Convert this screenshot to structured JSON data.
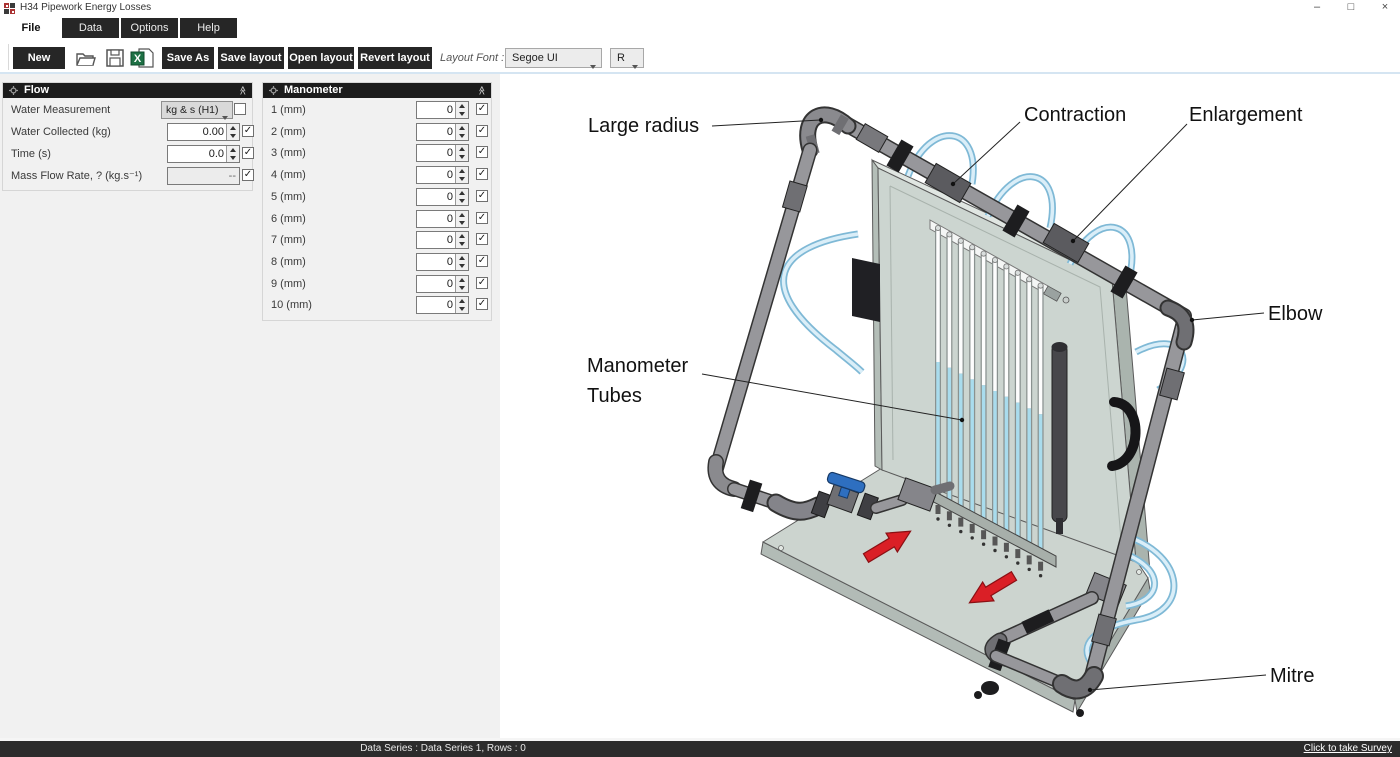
{
  "window": {
    "title": "H34 Pipework Energy Losses",
    "minimize": "–",
    "restore": "□",
    "close": "×"
  },
  "tabs": [
    {
      "label": "File",
      "active": true
    },
    {
      "label": "Data",
      "active": false
    },
    {
      "label": "Options",
      "active": false
    },
    {
      "label": "Help",
      "active": false
    }
  ],
  "toolbar": {
    "new": "New",
    "icons": [
      "folder-open-icon",
      "save-icon",
      "excel-export-icon"
    ],
    "save_as": "Save As",
    "save_layout": "Save layout",
    "open_layout": "Open layout",
    "revert_layout": "Revert layout",
    "layout_font_label": "Layout Font :",
    "font_name": "Segoe UI",
    "font_style": "R"
  },
  "flow": {
    "title": "Flow",
    "rows": [
      {
        "label": "Water Measurement",
        "control": "dropdown",
        "value": "kg & s (H1)",
        "checked": false
      },
      {
        "label": "Water Collected (kg)",
        "control": "spinner",
        "value": "0.00",
        "checked": true
      },
      {
        "label": "Time (s)",
        "control": "spinner",
        "value": "0.0",
        "checked": true
      },
      {
        "label": "Mass Flow Rate, ? (kg.s⁻¹)",
        "control": "readonly",
        "value": "--",
        "checked": true
      }
    ]
  },
  "manometer": {
    "title": "Manometer",
    "rows": [
      {
        "label": "1 (mm)",
        "value": "0",
        "checked": true
      },
      {
        "label": "2 (mm)",
        "value": "0",
        "checked": true
      },
      {
        "label": "3 (mm)",
        "value": "0",
        "checked": true
      },
      {
        "label": "4 (mm)",
        "value": "0",
        "checked": true
      },
      {
        "label": "5 (mm)",
        "value": "0",
        "checked": true
      },
      {
        "label": "6 (mm)",
        "value": "0",
        "checked": true
      },
      {
        "label": "7 (mm)",
        "value": "0",
        "checked": true
      },
      {
        "label": "8 (mm)",
        "value": "0",
        "checked": true
      },
      {
        "label": "9 (mm)",
        "value": "0",
        "checked": true
      },
      {
        "label": "10 (mm)",
        "value": "0",
        "checked": true
      }
    ]
  },
  "status": {
    "text": "Data Series : Data Series 1,  Rows : 0",
    "link": "Click to take Survey"
  },
  "diagram": {
    "labels": {
      "large_radius": "Large radius",
      "contraction": "Contraction",
      "enlargement": "Enlargement",
      "elbow": "Elbow",
      "manometer_line1": "Manometer",
      "manometer_line2": "Tubes",
      "mitre": "Mitre"
    },
    "tube_count": 10,
    "colors": {
      "panel": "#ccd5d0",
      "panel_side": "#aab4ae",
      "base": "#ccd4cf",
      "pipe": "#97979b",
      "fitting": "#5b5b5f",
      "clamp": "#1d1d1f",
      "tubing_outer": "#7fb9d6",
      "tubing_inner": "#daeef8",
      "liquid": "#a9dced",
      "arrow": "#da1f26",
      "valve": "#2e6fc0"
    }
  }
}
